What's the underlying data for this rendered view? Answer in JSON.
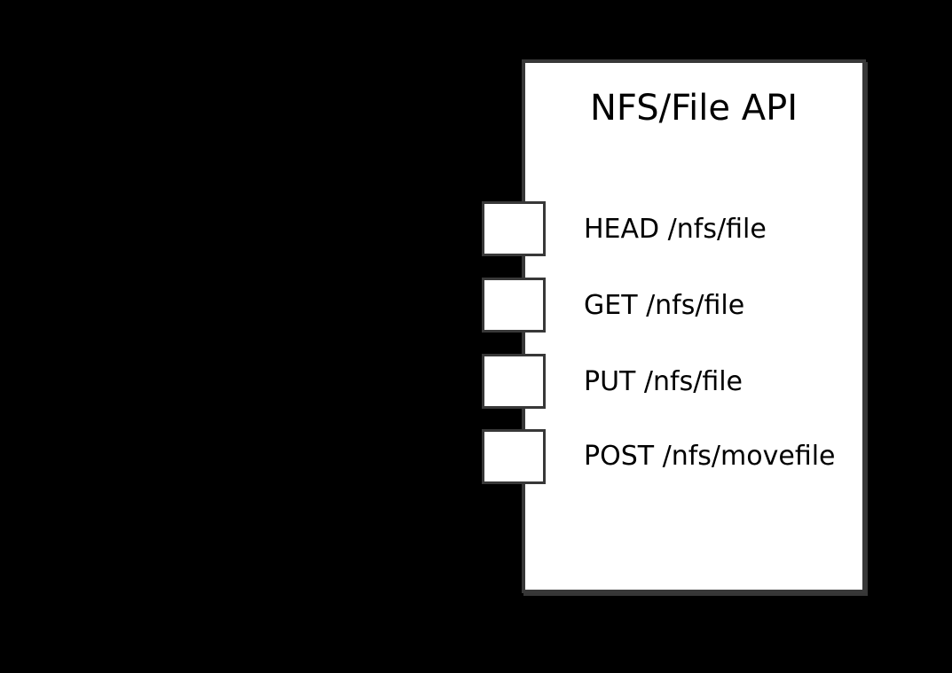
{
  "diagram": {
    "title": "NFS/File API",
    "endpoints": [
      {
        "label": "HEAD /nfs/file"
      },
      {
        "label": "GET /nfs/file"
      },
      {
        "label": "PUT /nfs/file"
      },
      {
        "label": "POST /nfs/movefile"
      }
    ],
    "colors": {
      "background": "#000000",
      "box_fill": "#ffffff",
      "border": "#383838",
      "text": "#000000"
    }
  }
}
